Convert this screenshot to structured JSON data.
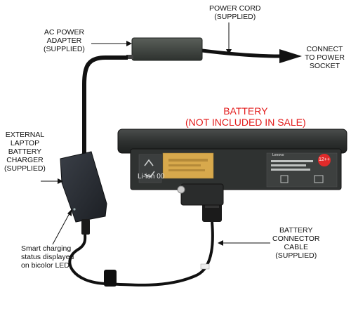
{
  "labels": {
    "ac_adapter": [
      "AC POWER",
      "ADAPTER",
      "(SUPPLIED)"
    ],
    "power_cord": [
      "POWER CORD",
      "(SUPPLIED)"
    ],
    "connect_socket": [
      "CONNECT",
      "TO POWER",
      "SOCKET"
    ],
    "battery_title": [
      "BATTERY",
      "(NOT INCLUDED IN SALE)"
    ],
    "external_charger": [
      "EXTERNAL",
      "LAPTOP",
      "BATTERY",
      "CHARGER",
      "(SUPPLIED)"
    ],
    "connector_cable": [
      "BATTERY",
      "CONNECTOR",
      "CABLE",
      "(SUPPLIED)"
    ],
    "smart_charging": [
      "Smart charging",
      "status displayed",
      "on bicolor LED"
    ]
  },
  "battery": {
    "chemistry": "Li-ion 00",
    "brand": "Lenovo",
    "voltage_badge": "12++"
  },
  "colors": {
    "red_text": "#e31b1b",
    "cable": "#111111",
    "body": "#3a3d3c"
  }
}
